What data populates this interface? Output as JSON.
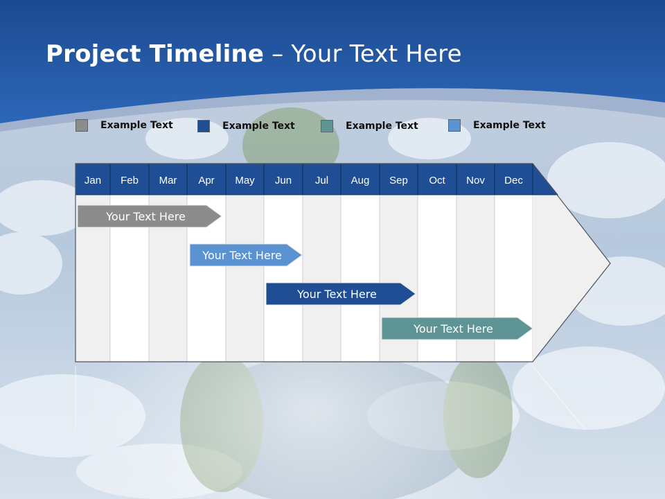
{
  "slide": {
    "title_bold": "Project Timeline",
    "title_rest": " – Your Text Here"
  },
  "legend": [
    {
      "label": "Example Text",
      "color": "#8c8c8c"
    },
    {
      "label": "Example Text",
      "color": "#1f4e94"
    },
    {
      "label": "Example Text",
      "color": "#5f9495"
    },
    {
      "label": "Example Text",
      "color": "#5b93d2"
    }
  ],
  "months": [
    "Jan",
    "Feb",
    "Mar",
    "Apr",
    "May",
    "Jun",
    "Jul",
    "Aug",
    "Sep",
    "Oct",
    "Nov",
    "Dec"
  ],
  "tasks": [
    {
      "label": "Your  Text Here",
      "start": "Jan",
      "end": "Apr",
      "color": "#8c8c8c"
    },
    {
      "label": "Your  Text Here",
      "start": "Apr",
      "end": "Jun",
      "color": "#5b93d2"
    },
    {
      "label": "Your  Text Here",
      "start": "Jun",
      "end": "Sep",
      "color": "#1f4e94"
    },
    {
      "label": "Your  Text Here",
      "start": "Sep",
      "end": "Dec",
      "color": "#5f9495"
    }
  ],
  "colors": {
    "header": "#1f4e94",
    "header_border": "#0e2f60",
    "banner_top": "#1e4f9a",
    "banner_bottom": "#2a63b5"
  }
}
